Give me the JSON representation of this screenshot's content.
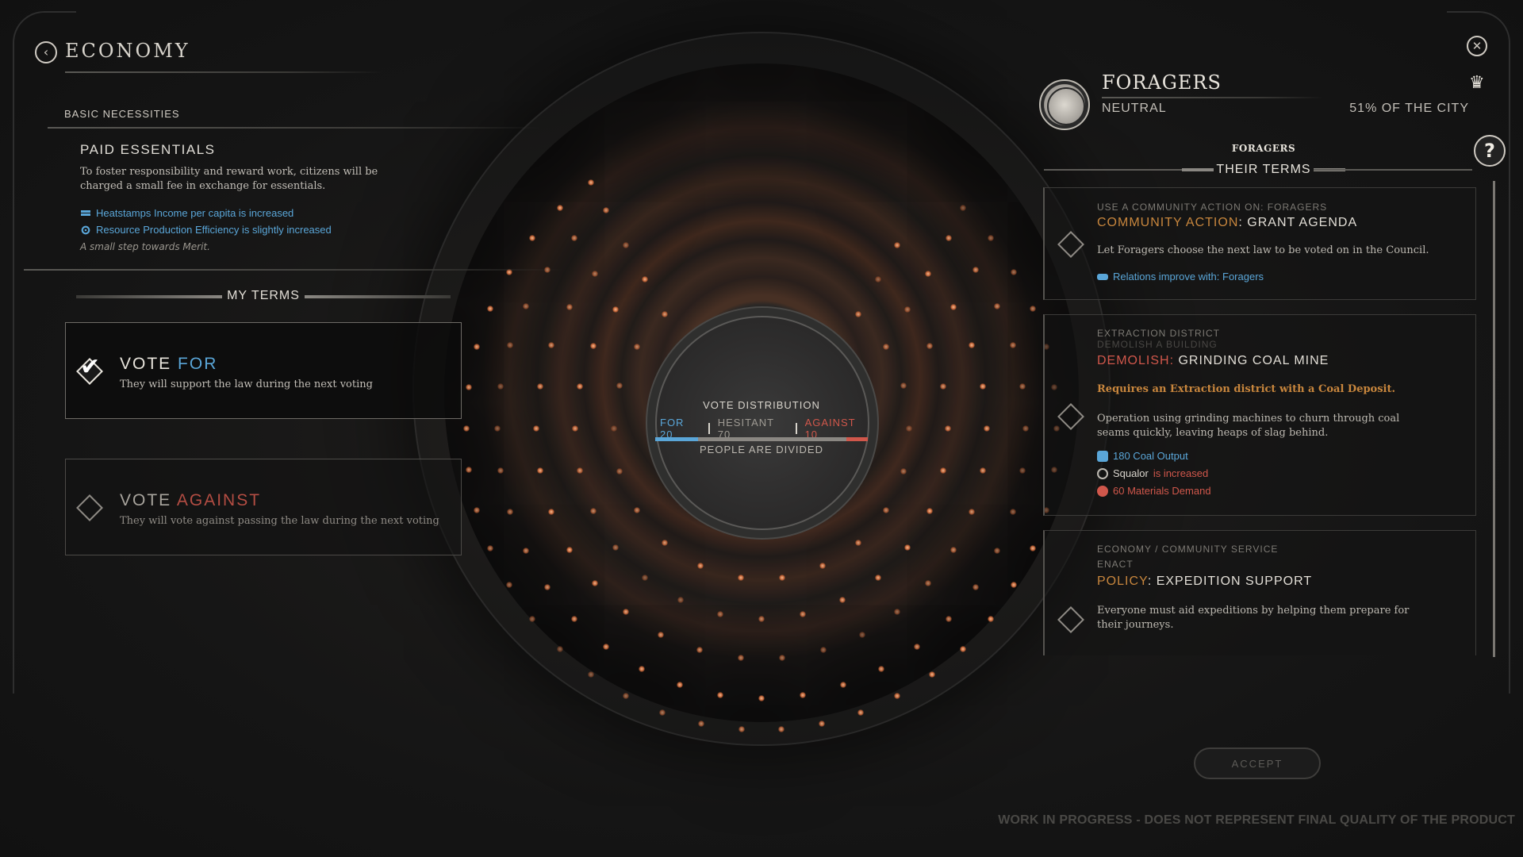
{
  "header": {
    "back_icon": "chevron-left-icon",
    "title": "ECONOMY",
    "close_icon": "close-icon"
  },
  "law": {
    "category": "BASIC NECESSITIES",
    "title": "PAID ESSENTIALS",
    "description": "To foster responsibility and reward work, citizens will be charged a small fee in exchange for essentials.",
    "effects": [
      {
        "icon": "heatstamps-icon",
        "text": "Heatstamps Income per capita is increased"
      },
      {
        "icon": "production-gear-icon",
        "text": "Resource Production Efficiency is slightly increased"
      }
    ],
    "note": "A small step towards Merit."
  },
  "my_terms": {
    "header": "MY TERMS",
    "options": [
      {
        "prefix": "VOTE",
        "keyword": "FOR",
        "description": "They will support the law during the next voting",
        "selected": true
      },
      {
        "prefix": "VOTE",
        "keyword": "AGAINST",
        "description": "They will vote against passing the law during the next voting",
        "selected": false
      }
    ]
  },
  "vote": {
    "title": "VOTE DISTRIBUTION",
    "for_label": "FOR",
    "for_value": 20,
    "hesitant_label": "HESITANT",
    "hesitant_value": 70,
    "against_label": "AGAINST",
    "against_value": 10,
    "subtitle": "PEOPLE ARE DIVIDED",
    "colors": {
      "for": "#5aa6d8",
      "hesitant": "#8a8782",
      "against": "#d0574b"
    }
  },
  "faction": {
    "name": "FORAGERS",
    "stance": "NEUTRAL",
    "share": "51% OF THE CITY",
    "emblem_icon": "foragers-emblem-icon",
    "crest_icon": "faction-crest-icon",
    "help_label": "?",
    "tab_label": "FORAGERS",
    "terms_header": "THEIR TERMS"
  },
  "their_terms": [
    {
      "small1": "USE A COMMUNITY ACTION ON: FORAGERS",
      "small2": "",
      "keyword": "COMMUNITY ACTION",
      "separator": ": ",
      "name": "GRANT AGENDA",
      "requirement": "",
      "description": "Let Foragers choose the next law to be voted on in the Council.",
      "effects": [
        {
          "icon": "handshake-icon",
          "parts": [
            {
              "text": "Relations improve with: Foragers",
              "color": "#5aa6d8"
            }
          ]
        }
      ]
    },
    {
      "small1": "EXTRACTION DISTRICT",
      "small2": "DEMOLISH A BUILDING",
      "keyword": "DEMOLISH:",
      "separator": " ",
      "name": "GRINDING COAL MINE",
      "requirement": "Requires an Extraction district with a Coal Deposit.",
      "description": "Operation using grinding machines to churn through coal seams quickly, leaving heaps of slag behind.",
      "effects": [
        {
          "icon": "coal-icon",
          "parts": [
            {
              "text": "180 Coal Output",
              "color": "#5aa6d8"
            }
          ]
        },
        {
          "icon": "squalor-icon",
          "parts": [
            {
              "text": "Squalor",
              "color": "#d8d4cc"
            },
            {
              "text": "is increased",
              "color": "#d0574b"
            }
          ]
        },
        {
          "icon": "materials-icon",
          "parts": [
            {
              "text": "60 Materials Demand",
              "color": "#d0574b"
            }
          ]
        }
      ]
    },
    {
      "small1": "ECONOMY / COMMUNITY SERVICE",
      "small2": "ENACT",
      "keyword": "POLICY",
      "separator": ": ",
      "name": "EXPEDITION SUPPORT",
      "requirement": "",
      "description": "Everyone must aid expeditions by helping them prepare for their journeys.",
      "effects": []
    }
  ],
  "accept_label": "ACCEPT",
  "footer_notice": "WORK IN PROGRESS - DOES NOT REPRESENT FINAL QUALITY OF THE PRODUCT"
}
